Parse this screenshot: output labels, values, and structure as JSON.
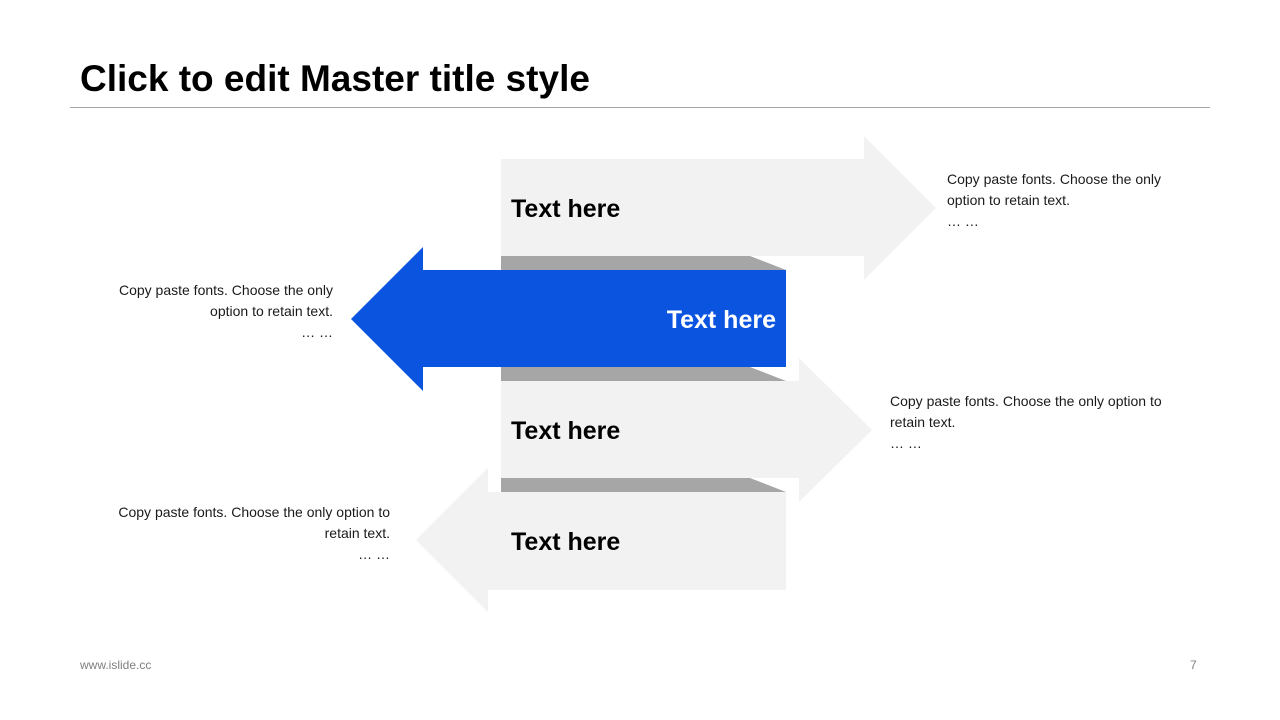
{
  "title": "Click to edit Master title style",
  "colors": {
    "accent": "#0b54e0",
    "arrow_gray": "#f2f2f2",
    "shadow": "#a6a6a6",
    "rule": "#a6a6a6"
  },
  "arrows": [
    {
      "label": "Text here",
      "direction": "right",
      "highlighted": false
    },
    {
      "label": "Text here",
      "direction": "left",
      "highlighted": true
    },
    {
      "label": "Text here",
      "direction": "right",
      "highlighted": false
    },
    {
      "label": "Text here",
      "direction": "left",
      "highlighted": false
    }
  ],
  "notes": [
    {
      "line1": "Copy paste fonts. Choose the only",
      "line2": "option to retain text.",
      "line3": "… …"
    },
    {
      "line1": "Copy paste fonts. Choose the only",
      "line2": "option to retain text.",
      "line3": "… …"
    },
    {
      "line1": "Copy paste fonts. Choose the only option to",
      "line2": "retain text.",
      "line3": "… …"
    },
    {
      "line1": "Copy paste fonts. Choose the only option to",
      "line2": "retain text.",
      "line3": "… …"
    }
  ],
  "footer": {
    "url": "www.islide.cc",
    "page": "7"
  }
}
